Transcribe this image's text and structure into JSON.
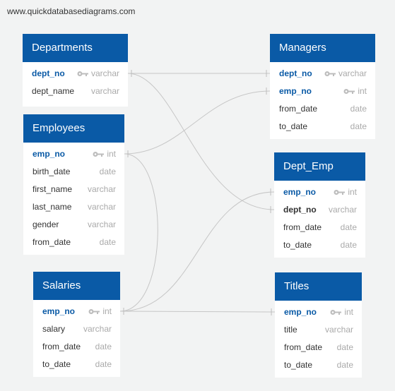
{
  "watermark": "www.quickdatabasediagrams.com",
  "tables": {
    "departments": {
      "title": "Departments",
      "fields": [
        {
          "name": "dept_no",
          "type": "varchar",
          "key": "pk"
        },
        {
          "name": "dept_name",
          "type": "varchar",
          "key": ""
        }
      ]
    },
    "employees": {
      "title": "Employees",
      "fields": [
        {
          "name": "emp_no",
          "type": "int",
          "key": "pk"
        },
        {
          "name": "birth_date",
          "type": "date",
          "key": ""
        },
        {
          "name": "first_name",
          "type": "varchar",
          "key": ""
        },
        {
          "name": "last_name",
          "type": "varchar",
          "key": ""
        },
        {
          "name": "gender",
          "type": "varchar",
          "key": ""
        },
        {
          "name": "from_date",
          "type": "date",
          "key": ""
        }
      ]
    },
    "salaries": {
      "title": "Salaries",
      "fields": [
        {
          "name": "emp_no",
          "type": "int",
          "key": "pk"
        },
        {
          "name": "salary",
          "type": "varchar",
          "key": ""
        },
        {
          "name": "from_date",
          "type": "date",
          "key": ""
        },
        {
          "name": "to_date",
          "type": "date",
          "key": ""
        }
      ]
    },
    "managers": {
      "title": "Managers",
      "fields": [
        {
          "name": "dept_no",
          "type": "varchar",
          "key": "pk"
        },
        {
          "name": "emp_no",
          "type": "int",
          "key": "pk"
        },
        {
          "name": "from_date",
          "type": "date",
          "key": ""
        },
        {
          "name": "to_date",
          "type": "date",
          "key": ""
        }
      ]
    },
    "dept_emp": {
      "title": "Dept_Emp",
      "fields": [
        {
          "name": "emp_no",
          "type": "int",
          "key": "pk"
        },
        {
          "name": "dept_no",
          "type": "varchar",
          "key": "fk"
        },
        {
          "name": "from_date",
          "type": "date",
          "key": ""
        },
        {
          "name": "to_date",
          "type": "date",
          "key": ""
        }
      ]
    },
    "titles": {
      "title": "Titles",
      "fields": [
        {
          "name": "emp_no",
          "type": "int",
          "key": "pk"
        },
        {
          "name": "title",
          "type": "varchar",
          "key": ""
        },
        {
          "name": "from_date",
          "type": "date",
          "key": ""
        },
        {
          "name": "to_date",
          "type": "date",
          "key": ""
        }
      ]
    }
  },
  "colors": {
    "header": "#0a5aa6",
    "key_icon": "#bdbdbd",
    "connector": "#c6c6c6"
  }
}
